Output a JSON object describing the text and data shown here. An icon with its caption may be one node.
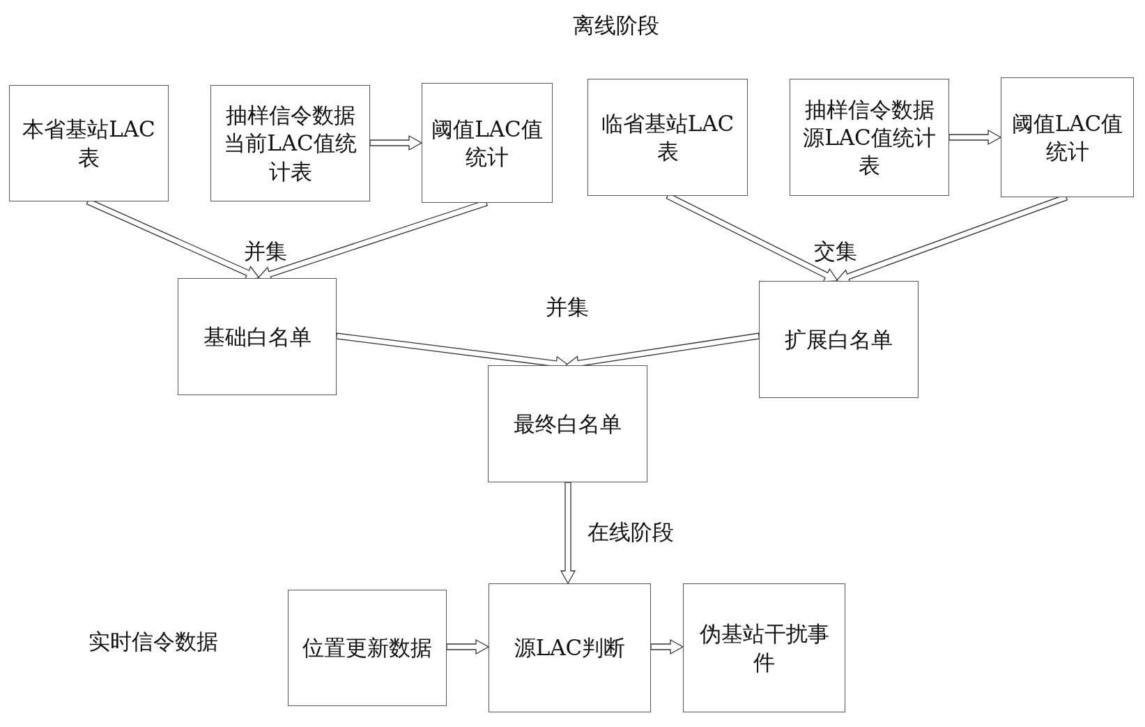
{
  "diagram": {
    "title": "离线阶段",
    "nodes": [
      {
        "text": [
          "本省基站LAC表"
        ]
      },
      {
        "text": [
          "抽样信令数据当前LAC值统计表"
        ]
      },
      {
        "text": [
          "阈值LAC值统计"
        ]
      },
      {
        "text": [
          "临省基站LAC表"
        ]
      },
      {
        "text": [
          "抽样信令数据源LAC值统计表"
        ]
      },
      {
        "text": [
          "阈值LAC值统计"
        ]
      },
      {
        "text": [
          "基础白名单"
        ]
      },
      {
        "text": [
          "扩展白名单"
        ]
      },
      {
        "text": [
          "最终白名单"
        ]
      },
      {
        "text": [
          "位置更新数据"
        ]
      },
      {
        "text": [
          "源LAC判断"
        ]
      },
      {
        "text": [
          "伪基站干扰事件"
        ]
      }
    ],
    "edges": [
      {
        "from": 1,
        "to": 2,
        "arrow": "to"
      },
      {
        "from": 4,
        "to": 5,
        "arrow": "to"
      },
      {
        "from": 0,
        "to": 6,
        "arrow": "to"
      },
      {
        "from": 2,
        "to": 6,
        "arrow": "to"
      },
      {
        "from": 3,
        "to": 7,
        "arrow": "to"
      },
      {
        "from": 5,
        "to": 7,
        "arrow": "to"
      },
      {
        "from": 6,
        "to": 8,
        "arrow": "to"
      },
      {
        "from": 7,
        "to": 8,
        "arrow": "to"
      },
      {
        "from": 8,
        "to": 10,
        "arrow": "to",
        "label": "在线阶段"
      },
      {
        "from": 9,
        "to": 10,
        "arrow": "to"
      },
      {
        "from": 10,
        "to": 11,
        "arrow": "to"
      }
    ],
    "labels": [
      "并集",
      "交集",
      "并集",
      "实时信令数据"
    ]
  }
}
